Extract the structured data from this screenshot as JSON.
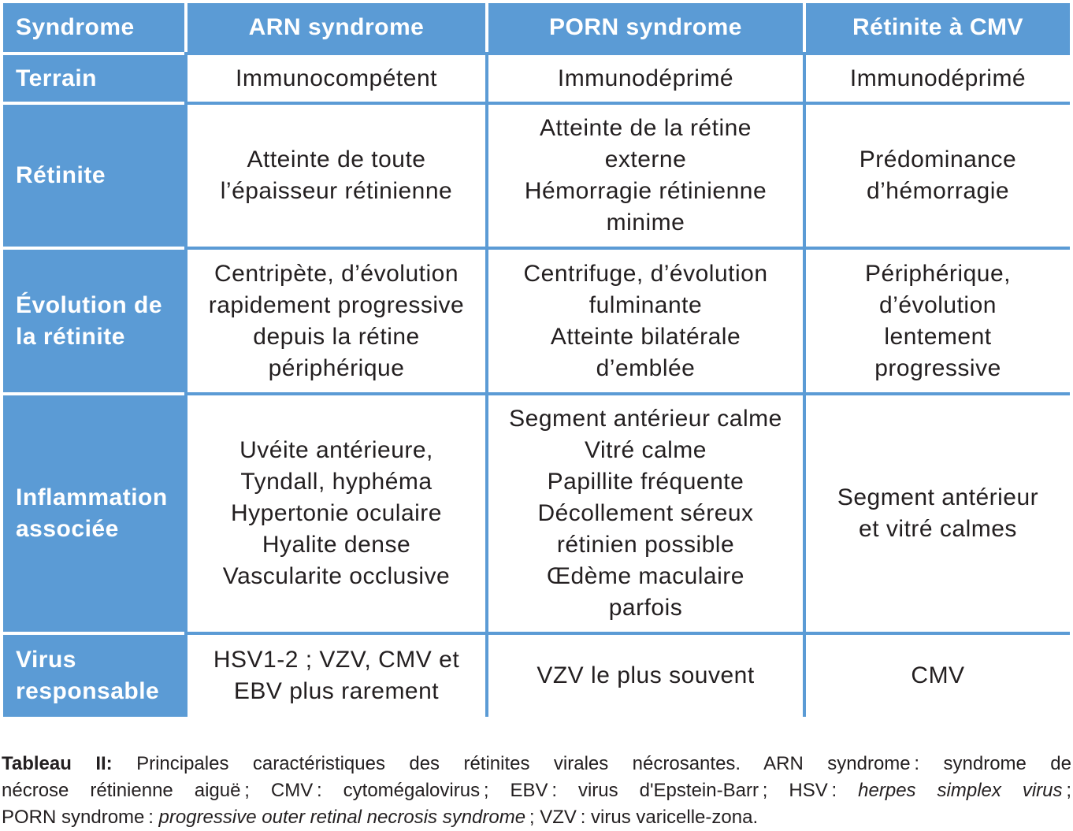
{
  "colors": {
    "accent": "#5b9bd5",
    "header_text": "#ffffff",
    "body_text": "#231f20",
    "background": "#ffffff"
  },
  "table": {
    "header": {
      "label": "Syndrome",
      "columns": [
        "ARN syndrome",
        "PORN syndrome",
        "Rétinite à CMV"
      ]
    },
    "rows": [
      {
        "label": [
          "Terrain"
        ],
        "cells": [
          [
            "Immunocompétent"
          ],
          [
            "Immunodéprimé"
          ],
          [
            "Immunodéprimé"
          ]
        ]
      },
      {
        "label": [
          "Rétinite"
        ],
        "cells": [
          [
            "Atteinte de toute",
            "l’épaisseur rétinienne"
          ],
          [
            "Atteinte de la rétine",
            "externe",
            "Hémorragie rétinienne",
            "minime"
          ],
          [
            "Prédominance",
            "d’hémorragie"
          ]
        ]
      },
      {
        "label": [
          "Évolution de",
          "la rétinite"
        ],
        "cells": [
          [
            "Centripète, d’évolution",
            "rapidement progressive",
            "depuis la rétine",
            "périphérique"
          ],
          [
            "Centrifuge, d’évolution",
            "fulminante",
            "Atteinte bilatérale",
            "d’emblée"
          ],
          [
            "Périphérique,",
            "d’évolution",
            "lentement",
            "progressive"
          ]
        ]
      },
      {
        "label": [
          "Inflammation",
          "associée"
        ],
        "cells": [
          [
            "Uvéite antérieure,",
            "Tyndall, hyphéma",
            "Hypertonie oculaire",
            "Hyalite dense",
            "Vascularite occlusive"
          ],
          [
            "Segment antérieur calme",
            "Vitré calme",
            "Papillite fréquente",
            "Décollement séreux",
            "rétinien possible",
            "Œdème maculaire",
            "parfois"
          ],
          [
            "Segment antérieur",
            "et vitré calmes"
          ]
        ]
      },
      {
        "label": [
          "Virus",
          "responsable"
        ],
        "cells": [
          [
            "HSV1-2 ; VZV, CMV et",
            "EBV plus rarement"
          ],
          [
            "VZV le plus souvent"
          ],
          [
            "CMV"
          ]
        ]
      }
    ]
  },
  "caption": {
    "label": "Tableau II:",
    "line1": " Principales caractéristiques des rétinites virales nécrosantes. ARN syndrome : syndrome de",
    "line2_start": "nécrose rétinienne aiguë ; CMV : cytomégalovirus ; EBV : virus d'Epstein-Barr ; HSV : ",
    "line2_italic": "herpes simplex virus",
    "line2_end": " ;",
    "line3_start": "PORN syndrome : ",
    "line3_italic": "progressive outer retinal necrosis syndrome",
    "line3_end": " ; VZV : virus varicelle-zona."
  }
}
